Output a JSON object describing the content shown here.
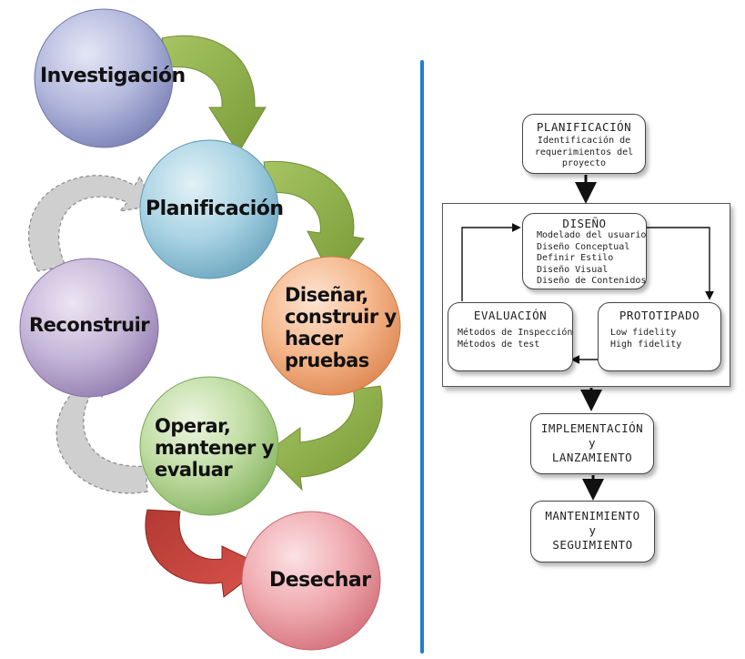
{
  "cycle": {
    "stages": [
      {
        "label_lines": [
          "Investigación"
        ],
        "color": "#9aa1cf"
      },
      {
        "label_lines": [
          "Planificación"
        ],
        "color": "#8fc3d6"
      },
      {
        "label_lines": [
          "Diseñar,",
          "construir y",
          "hacer",
          "pruebas"
        ],
        "color": "#f0a77a"
      },
      {
        "label_lines": [
          "Operar,",
          "mantener y",
          "evaluar"
        ],
        "color": "#a9cf86"
      },
      {
        "label_lines": [
          "Desechar"
        ],
        "color": "#e8959d"
      },
      {
        "label_lines": [
          "Reconstruir"
        ],
        "color": "#b5a3cb"
      }
    ],
    "arrow_colors": {
      "green": "#8fb04a",
      "red": "#c0302a",
      "gray": "#c9c9c9"
    }
  },
  "flow": {
    "planificacion": {
      "title": "PLANIFICACIÓN",
      "lines": [
        "Identificación de",
        "requerimientos del",
        "proyecto"
      ]
    },
    "diseno": {
      "title": "DISEÑO",
      "items": [
        "Modelado del usuario",
        "Diseño Conceptual",
        "Definir Estilo",
        "Diseño Visual",
        "Diseño de Contenidos"
      ]
    },
    "evaluacion": {
      "title": "EVALUACIÓN",
      "items": [
        "Métodos de Inspección",
        "Métodos de test"
      ]
    },
    "prototipado": {
      "title": "PROTOTIPADO",
      "items": [
        "Low fidelity",
        "High fidelity"
      ]
    },
    "implementacion": {
      "lines": [
        "IMPLEMENTACIÓN",
        "y",
        "LANZAMIENTO"
      ]
    },
    "mantenimiento": {
      "lines": [
        "MANTENIMIENTO",
        "y",
        "SEGUIMIENTO"
      ]
    }
  }
}
